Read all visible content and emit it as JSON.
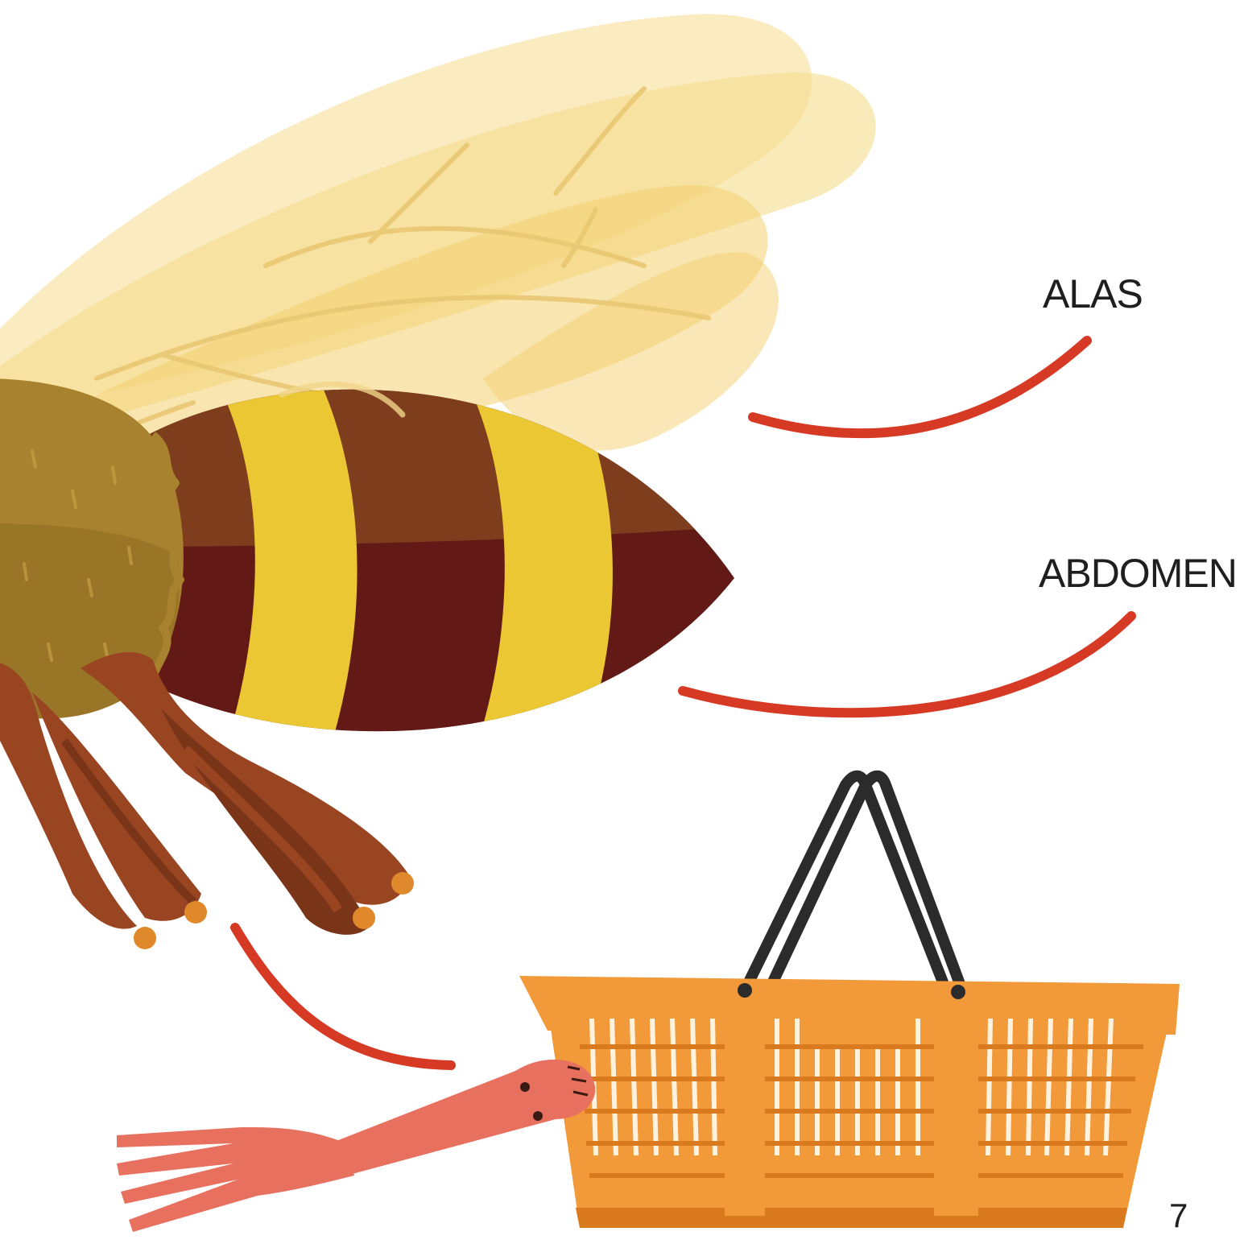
{
  "labels": {
    "wings": "ALAS",
    "abdomen": "ABDOMEN"
  },
  "page_number": "7",
  "colors": {
    "background": "#ffffff",
    "wing": "#f5dc8c",
    "wing_vein": "#e9c873",
    "thorax": "#a8822e",
    "thorax_dark": "#8f6c24",
    "abdomen_upper": "#7e3d1c",
    "abdomen_lower": "#631915",
    "stripe": "#eac733",
    "leg": "#9a4522",
    "leg_dark": "#7a3418",
    "foot": "#e0882c",
    "pointer_line": "#d63a24",
    "basket": "#f29a3a",
    "basket_dark": "#d97a1e",
    "basket_handle": "#2b2b2b",
    "fork": "#e7705f"
  },
  "icons": [
    "bee-illustration",
    "shopping-basket-photo",
    "toy-fork-photo"
  ]
}
